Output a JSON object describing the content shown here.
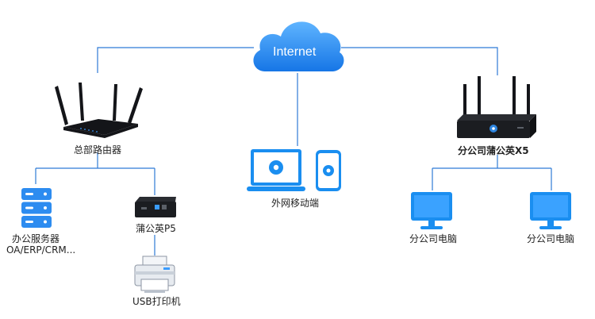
{
  "cloud": {
    "label": "Internet"
  },
  "hq_router": {
    "label": "总部路由器"
  },
  "office_server": {
    "label": "办公服务器",
    "sublabel": "OA/ERP/CRM..."
  },
  "p5": {
    "label": "蒲公英P5"
  },
  "printer": {
    "label": "USB打印机"
  },
  "mobile": {
    "label": "外网移动端"
  },
  "x5": {
    "label": "分公司蒲公英X5"
  },
  "branch_pc_1": {
    "label": "分公司电脑"
  },
  "branch_pc_2": {
    "label": "分公司电脑"
  },
  "colors": {
    "line": "#2f7ad6",
    "accent": "#1a8ef0",
    "device_dark": "#1b1d21"
  }
}
